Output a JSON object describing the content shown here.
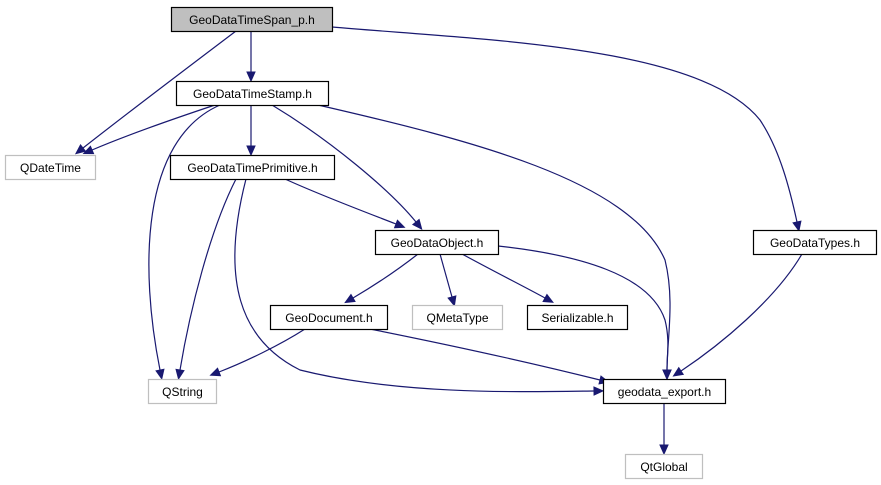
{
  "graph": {
    "title": "GeoDataTimeSpan_p.h include dependency graph",
    "edge_color": "#191970",
    "nodes": [
      {
        "id": "timespan",
        "label": "GeoDataTimeSpan_p.h",
        "kind": "root"
      },
      {
        "id": "timestamp",
        "label": "GeoDataTimeStamp.h",
        "kind": "internal"
      },
      {
        "id": "qdatetime",
        "label": "QDateTime",
        "kind": "external"
      },
      {
        "id": "timeprimitive",
        "label": "GeoDataTimePrimitive.h",
        "kind": "internal"
      },
      {
        "id": "dataobject",
        "label": "GeoDataObject.h",
        "kind": "internal"
      },
      {
        "id": "datatypes",
        "label": "GeoDataTypes.h",
        "kind": "internal"
      },
      {
        "id": "document",
        "label": "GeoDocument.h",
        "kind": "internal"
      },
      {
        "id": "qmetatype",
        "label": "QMetaType",
        "kind": "external"
      },
      {
        "id": "serializable",
        "label": "Serializable.h",
        "kind": "internal"
      },
      {
        "id": "qstring",
        "label": "QString",
        "kind": "external"
      },
      {
        "id": "export",
        "label": "geodata_export.h",
        "kind": "internal"
      },
      {
        "id": "qtglobal",
        "label": "QtGlobal",
        "kind": "external"
      }
    ],
    "edges": [
      {
        "from": "timespan",
        "to": "timestamp"
      },
      {
        "from": "timespan",
        "to": "qdatetime"
      },
      {
        "from": "timespan",
        "to": "datatypes"
      },
      {
        "from": "timestamp",
        "to": "qdatetime"
      },
      {
        "from": "timestamp",
        "to": "timeprimitive"
      },
      {
        "from": "timestamp",
        "to": "qstring"
      },
      {
        "from": "timestamp",
        "to": "dataobject"
      },
      {
        "from": "timestamp",
        "to": "export"
      },
      {
        "from": "timeprimitive",
        "to": "dataobject"
      },
      {
        "from": "timeprimitive",
        "to": "qstring"
      },
      {
        "from": "timeprimitive",
        "to": "export"
      },
      {
        "from": "dataobject",
        "to": "document"
      },
      {
        "from": "dataobject",
        "to": "qmetatype"
      },
      {
        "from": "dataobject",
        "to": "serializable"
      },
      {
        "from": "dataobject",
        "to": "export"
      },
      {
        "from": "datatypes",
        "to": "export"
      },
      {
        "from": "document",
        "to": "qstring"
      },
      {
        "from": "document",
        "to": "export"
      },
      {
        "from": "export",
        "to": "qtglobal"
      }
    ]
  }
}
